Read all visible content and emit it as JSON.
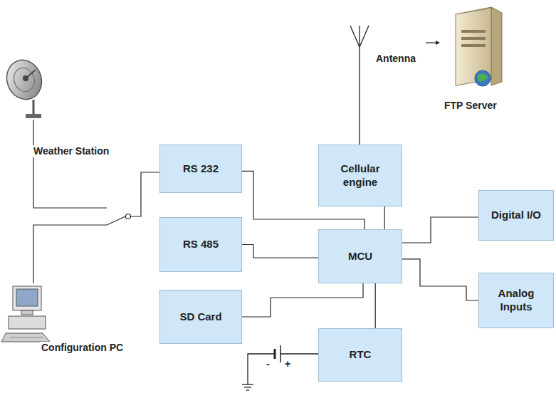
{
  "diagram": {
    "nodes": [
      {
        "text": [
          "RS 232"
        ]
      },
      {
        "text": [
          "Cellular engine"
        ]
      },
      {
        "text": [
          "RS 485"
        ]
      },
      {
        "text": [
          "MCU"
        ]
      },
      {
        "text": [
          "Digital I/O"
        ]
      },
      {
        "text": [
          "Analog Inputs"
        ]
      },
      {
        "text": [
          "SD Card"
        ]
      },
      {
        "text": [
          "RTC"
        ]
      }
    ],
    "edges": [
      {
        "from": 0,
        "to": 3,
        "arrow": "none"
      },
      {
        "from": 1,
        "to": 3,
        "arrow": "none"
      },
      {
        "from": 2,
        "to": 3,
        "arrow": "none"
      },
      {
        "from": 6,
        "to": 3,
        "arrow": "none"
      },
      {
        "from": 3,
        "to": 7,
        "arrow": "none"
      },
      {
        "from": 3,
        "to": 4,
        "arrow": "none"
      },
      {
        "from": 3,
        "to": 5,
        "arrow": "none"
      }
    ],
    "labels": [
      "Weather Station",
      "Configuration PC",
      "FTP Server",
      "Antenna",
      "-",
      "+"
    ]
  }
}
